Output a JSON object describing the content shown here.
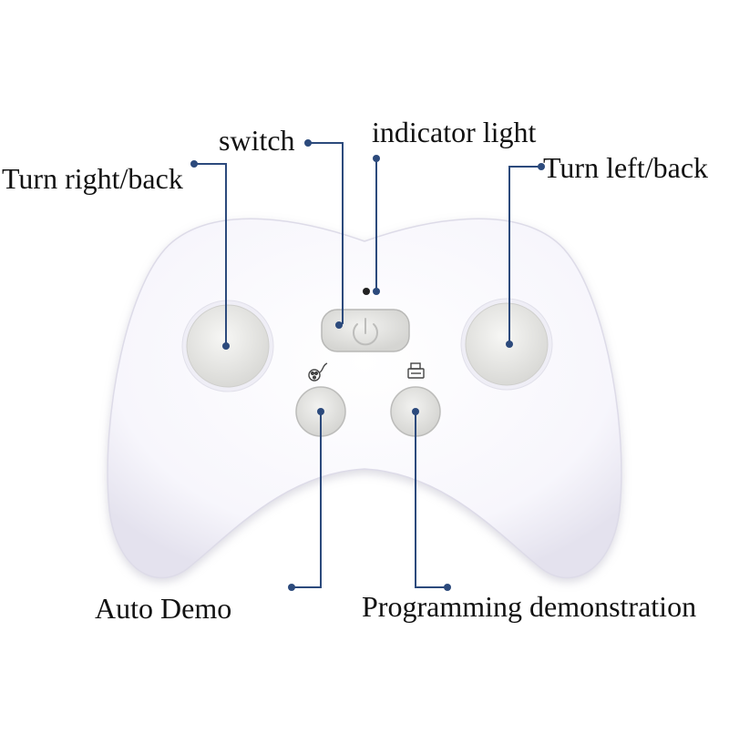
{
  "labels": {
    "switch": "switch",
    "indicator_light": "indicator light",
    "turn_right_back": "Turn right/back",
    "turn_left_back": "Turn left/back",
    "auto_demo": "Auto Demo",
    "programming_demonstration": "Programming demonstration"
  },
  "icons": {
    "power": "power-icon",
    "auto_demo": "auto-demo-icon",
    "programming": "programming-icon"
  },
  "colors": {
    "background": "#ffffff",
    "controller_body": "#f6f5fb",
    "button": "#e6e6e4",
    "leader_line": "#2c4a7c",
    "label_text": "#111111"
  }
}
